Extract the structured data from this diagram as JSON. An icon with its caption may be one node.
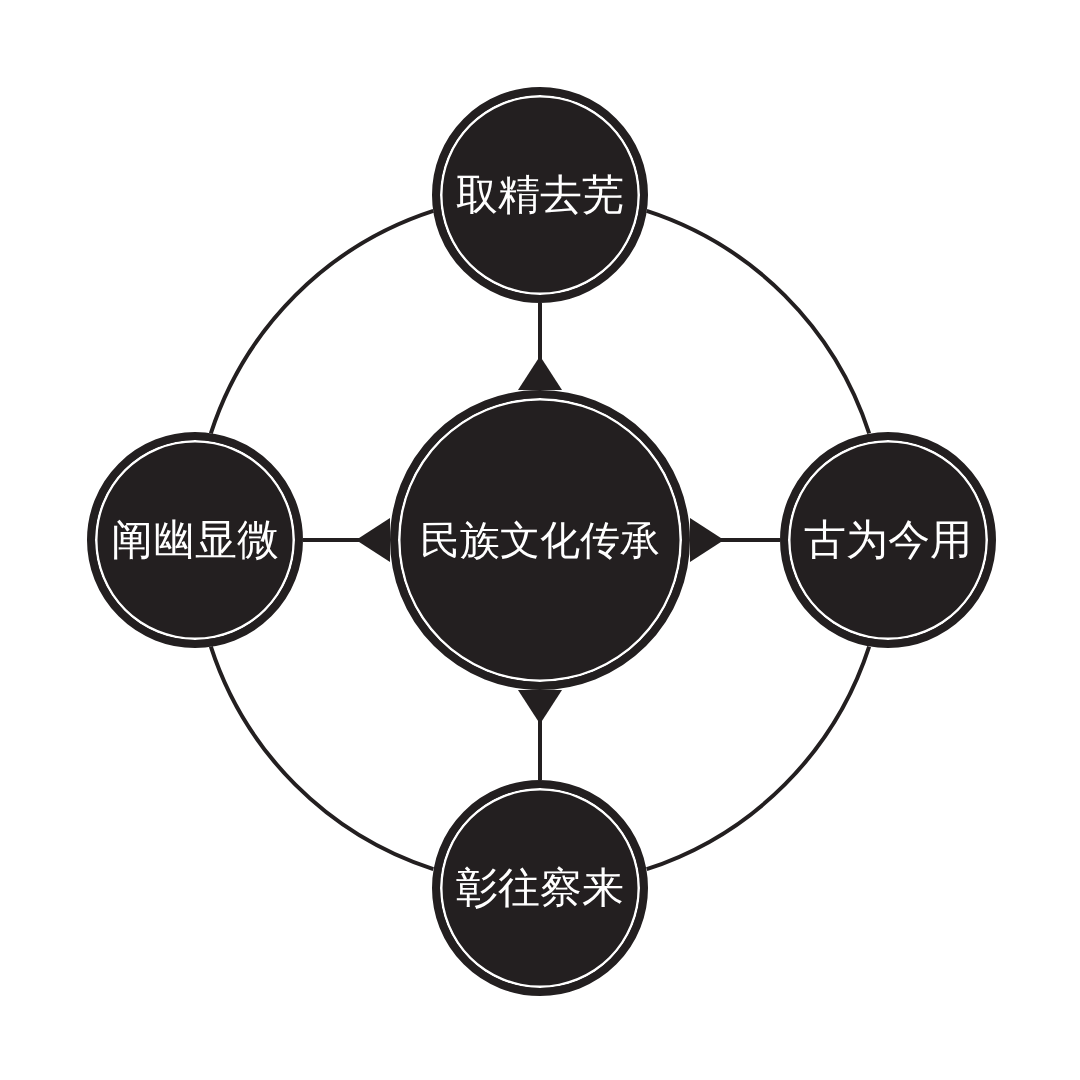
{
  "diagram": {
    "nodes": [
      {
        "text": [
          "取精去芜"
        ]
      },
      {
        "text": [
          "阐幽显微"
        ]
      },
      {
        "text": [
          "民族文化传承"
        ]
      },
      {
        "text": [
          "古为今用"
        ]
      },
      {
        "text": [
          "彰往察来"
        ]
      }
    ],
    "edges": [
      {
        "from": 0,
        "to": 2,
        "arrow": "other"
      },
      {
        "from": 1,
        "to": 2,
        "arrow": "other"
      },
      {
        "from": 3,
        "to": 2,
        "arrow": "other"
      },
      {
        "from": 4,
        "to": 2,
        "arrow": "other"
      },
      {
        "from": 0,
        "to": 3,
        "arrow": "none"
      },
      {
        "from": 3,
        "to": 4,
        "arrow": "none"
      },
      {
        "from": 4,
        "to": 1,
        "arrow": "none"
      },
      {
        "from": 1,
        "to": 0,
        "arrow": "none"
      }
    ]
  }
}
